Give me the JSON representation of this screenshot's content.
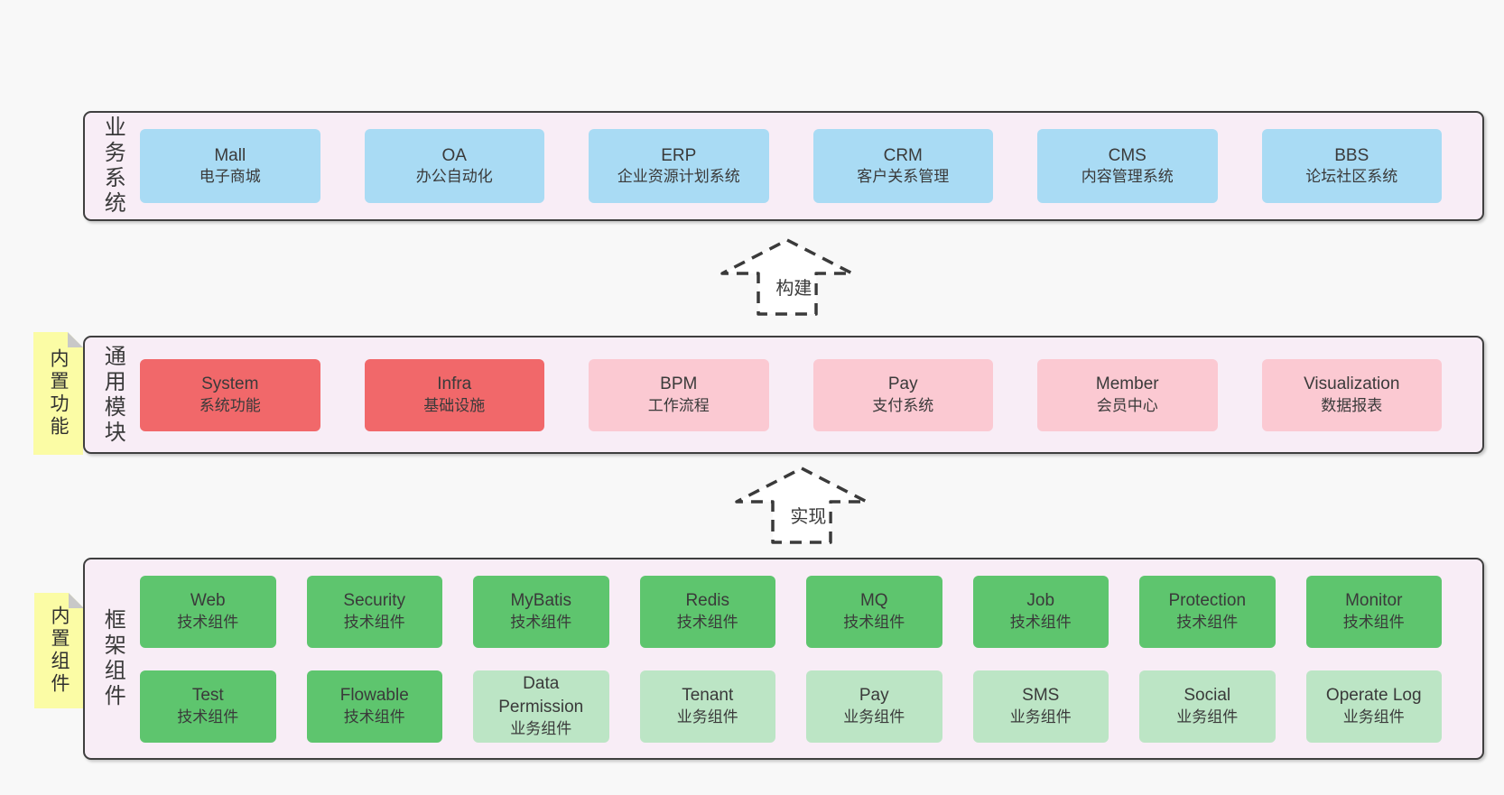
{
  "colors": {
    "page_bg": "#f8f8f8",
    "panel_bg": "#f8edf6",
    "panel_border": "#3f3f3f",
    "blue": "#a9dbf4",
    "red": "#f1686a",
    "pink": "#fbc9d2",
    "green": "#5ec56e",
    "light_green": "#bce5c5",
    "sticky_yellow": "#fbfca5",
    "sticky_fold": "#c8c8c8",
    "text": "#3a3a3a"
  },
  "arrows": {
    "build": "构建",
    "implement": "实现"
  },
  "band1": {
    "label": "业务系统",
    "boxes": [
      {
        "title": "Mall",
        "subtitle": "电子商城"
      },
      {
        "title": "OA",
        "subtitle": "办公自动化"
      },
      {
        "title": "ERP",
        "subtitle": "企业资源计划系统"
      },
      {
        "title": "CRM",
        "subtitle": "客户关系管理"
      },
      {
        "title": "CMS",
        "subtitle": "内容管理系统"
      },
      {
        "title": "BBS",
        "subtitle": "论坛社区系统"
      }
    ]
  },
  "band2": {
    "label": "通用模块",
    "sticky": "内置功能",
    "boxes": [
      {
        "title": "System",
        "subtitle": "系统功能",
        "variant": "red"
      },
      {
        "title": "Infra",
        "subtitle": "基础设施",
        "variant": "red"
      },
      {
        "title": "BPM",
        "subtitle": "工作流程",
        "variant": "pink"
      },
      {
        "title": "Pay",
        "subtitle": "支付系统",
        "variant": "pink"
      },
      {
        "title": "Member",
        "subtitle": "会员中心",
        "variant": "pink"
      },
      {
        "title": "Visualization",
        "subtitle": "数据报表",
        "variant": "pink"
      }
    ]
  },
  "band3": {
    "label": "框架组件",
    "sticky": "内置组件",
    "row1": [
      {
        "title": "Web",
        "subtitle": "技术组件",
        "variant": "green"
      },
      {
        "title": "Security",
        "subtitle": "技术组件",
        "variant": "green"
      },
      {
        "title": "MyBatis",
        "subtitle": "技术组件",
        "variant": "green"
      },
      {
        "title": "Redis",
        "subtitle": "技术组件",
        "variant": "green"
      },
      {
        "title": "MQ",
        "subtitle": "技术组件",
        "variant": "green"
      },
      {
        "title": "Job",
        "subtitle": "技术组件",
        "variant": "green"
      },
      {
        "title": "Protection",
        "subtitle": "技术组件",
        "variant": "green"
      },
      {
        "title": "Monitor",
        "subtitle": "技术组件",
        "variant": "green"
      }
    ],
    "row2": [
      {
        "title": "Test",
        "subtitle": "技术组件",
        "variant": "green"
      },
      {
        "title": "Flowable",
        "subtitle": "技术组件",
        "variant": "green"
      },
      {
        "title": "Data Permission",
        "subtitle": "业务组件",
        "variant": "light-green"
      },
      {
        "title": "Tenant",
        "subtitle": "业务组件",
        "variant": "light-green"
      },
      {
        "title": "Pay",
        "subtitle": "业务组件",
        "variant": "light-green"
      },
      {
        "title": "SMS",
        "subtitle": "业务组件",
        "variant": "light-green"
      },
      {
        "title": "Social",
        "subtitle": "业务组件",
        "variant": "light-green"
      },
      {
        "title": "Operate Log",
        "subtitle": "业务组件",
        "variant": "light-green"
      }
    ]
  }
}
